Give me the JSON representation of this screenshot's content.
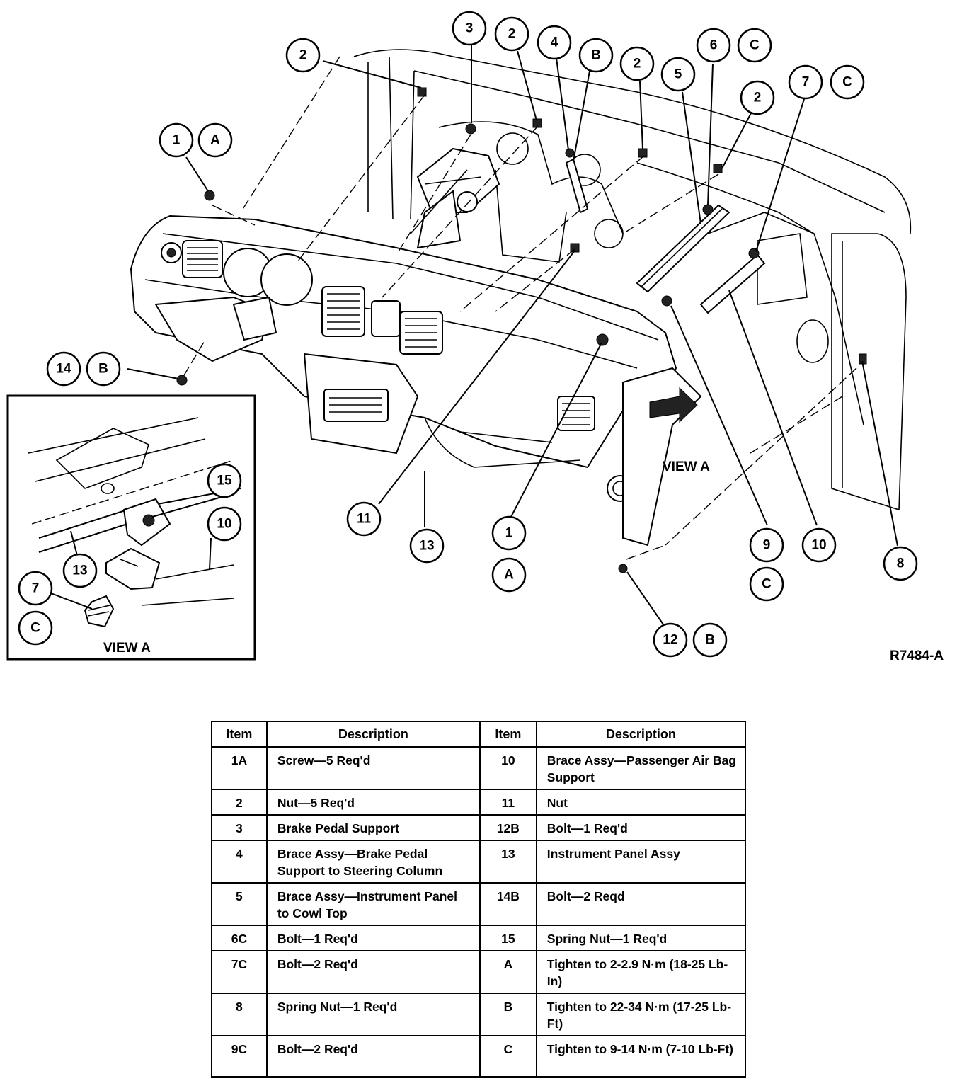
{
  "figure_id": "R7484-A",
  "view_a_label": "VIEW A",
  "callouts": {
    "c1": "1",
    "c2": "2",
    "c3": "3",
    "c4": "4",
    "c5": "5",
    "c6": "6",
    "c7": "7",
    "c8": "8",
    "c9": "9",
    "c10": "10",
    "c11": "11",
    "c12": "12",
    "c13": "13",
    "c14": "14",
    "c15": "15",
    "cA": "A",
    "cB": "B",
    "cC": "C"
  },
  "table": {
    "header": {
      "item": "Item",
      "description": "Description"
    },
    "rows": [
      {
        "l_item": "1A",
        "l_desc": "Screw—5 Req'd",
        "r_item": "10",
        "r_desc": "Brace Assy—Passenger Air Bag Support"
      },
      {
        "l_item": "2",
        "l_desc": "Nut—5 Req'd",
        "r_item": "11",
        "r_desc": "Nut"
      },
      {
        "l_item": "3",
        "l_desc": "Brake Pedal Support",
        "r_item": "12B",
        "r_desc": "Bolt—1 Req'd"
      },
      {
        "l_item": "4",
        "l_desc": "Brace Assy—Brake Pedal Support to Steering Column",
        "r_item": "13",
        "r_desc": "Instrument Panel Assy"
      },
      {
        "l_item": "5",
        "l_desc": "Brace Assy—Instrument Panel to Cowl Top",
        "r_item": "14B",
        "r_desc": "Bolt—2 Reqd"
      },
      {
        "l_item": "6C",
        "l_desc": "Bolt—1 Req'd",
        "r_item": "15",
        "r_desc": "Spring Nut—1 Req'd"
      },
      {
        "l_item": "7C",
        "l_desc": "Bolt—2 Req'd",
        "r_item": "A",
        "r_desc": "Tighten to 2-2.9 N·m (18-25 Lb-In)"
      },
      {
        "l_item": "8",
        "l_desc": "Spring Nut—1 Req'd",
        "r_item": "B",
        "r_desc": "Tighten to 22-34 N·m (17-25 Lb-Ft)"
      },
      {
        "l_item": "9C",
        "l_desc": "Bolt—2 Req'd",
        "r_item": "C",
        "r_desc": "Tighten to 9-14 N·m (7-10 Lb-Ft)"
      }
    ]
  }
}
